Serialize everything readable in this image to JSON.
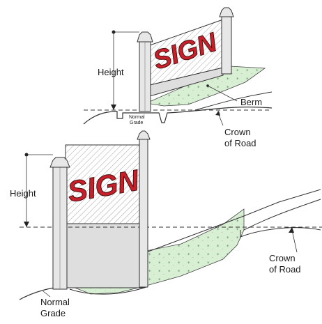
{
  "diagram": {
    "top": {
      "sign_text": "SIGN",
      "height_label": "Height",
      "normal_grade_label": [
        "Normal",
        "Grade"
      ],
      "berm_label": "Berm",
      "crown_label": [
        "Crown",
        "of Road"
      ]
    },
    "bottom": {
      "sign_text": "SIGN",
      "height_label": "Height",
      "normal_grade_label": [
        "Normal",
        "Grade"
      ],
      "crown_label": [
        "Crown",
        "of Road"
      ]
    },
    "colors": {
      "sign_text": "#c8202a",
      "sign_outline": "#4a1010",
      "berm_fill": "#d8efd4",
      "post_fill": "#e7e7e7",
      "panel_lower": "#dedede",
      "line": "#333333"
    }
  }
}
